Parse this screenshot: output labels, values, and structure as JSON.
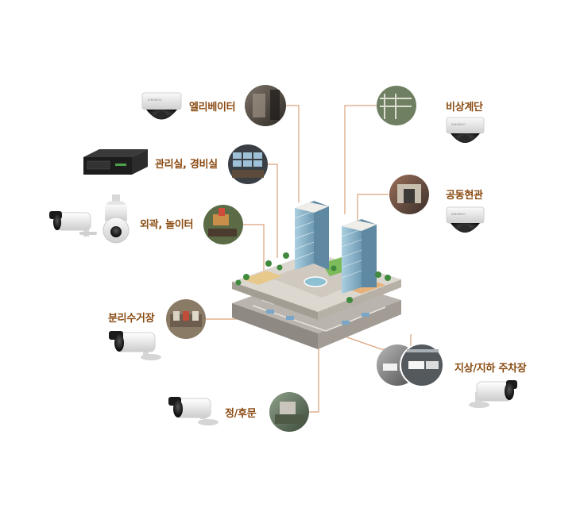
{
  "locations": [
    {
      "id": "elevator",
      "label": "엘리베이터"
    },
    {
      "id": "control-room",
      "label": "관리실, 경비실"
    },
    {
      "id": "playground",
      "label": "외곽, 놀이터"
    },
    {
      "id": "recycling",
      "label": "분리수거장"
    },
    {
      "id": "gate",
      "label": "정/후문"
    },
    {
      "id": "emergency-stairs",
      "label": "비상계단"
    },
    {
      "id": "lobby",
      "label": "공동현관"
    },
    {
      "id": "parking",
      "label": "지상/지하 주차장"
    }
  ],
  "colors": {
    "label": "#8a4b12",
    "connector": "#d9a27a",
    "building": "#8fb8cf",
    "ground": "#c9c4bc"
  },
  "devices": {
    "dome_camera": "dome-camera-icon",
    "bullet_camera": "bullet-camera-icon",
    "ptz_camera": "ptz-camera-icon",
    "nvr": "nvr-recorder-icon"
  }
}
